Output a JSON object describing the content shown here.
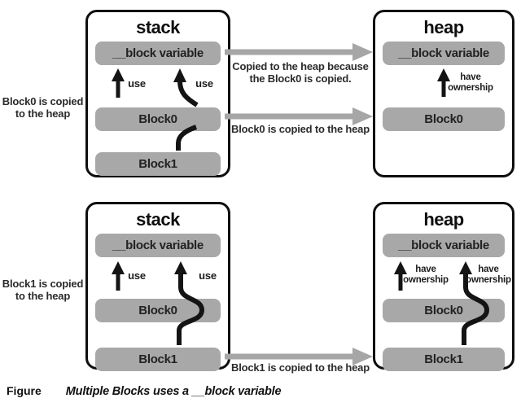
{
  "top": {
    "left_note": {
      "line1": "Block0 is copied",
      "line2": "to the heap"
    },
    "stack": {
      "title": "stack",
      "bar_block_variable": "__block variable",
      "bar_block0": "Block0",
      "bar_block1": "Block1",
      "use_label_1": "use",
      "use_label_2": "use"
    },
    "heap": {
      "title": "heap",
      "bar_block_variable": "__block variable",
      "bar_block0": "Block0",
      "ownership_label": {
        "line1": "have",
        "line2": "ownership"
      }
    },
    "copy_note_1": {
      "line1": "Copied to the heap because",
      "line2": "the Block0 is copied."
    },
    "copy_note_2": "Block0 is copied to the heap"
  },
  "bottom": {
    "left_note": {
      "line1": "Block1 is copied",
      "line2": "to the heap"
    },
    "stack": {
      "title": "stack",
      "bar_block_variable": "__block variable",
      "bar_block0": "Block0",
      "bar_block1": "Block1",
      "use_label_1": "use",
      "use_label_2": "use"
    },
    "heap": {
      "title": "heap",
      "bar_block_variable": "__block variable",
      "bar_block0": "Block0",
      "bar_block1": "Block1",
      "ownership_label_1": {
        "line1": "have",
        "line2": "ownership"
      },
      "ownership_label_2": {
        "line1": "have",
        "line2": "ownership"
      }
    },
    "copy_note": "Block1 is copied to the heap"
  },
  "caption": {
    "label": "Figure",
    "text": "Multiple Blocks uses a __block variable"
  },
  "colors": {
    "bar": "#a8a8a8",
    "gray_arrow": "#a6a6a6",
    "black_arrow": "#141414"
  }
}
